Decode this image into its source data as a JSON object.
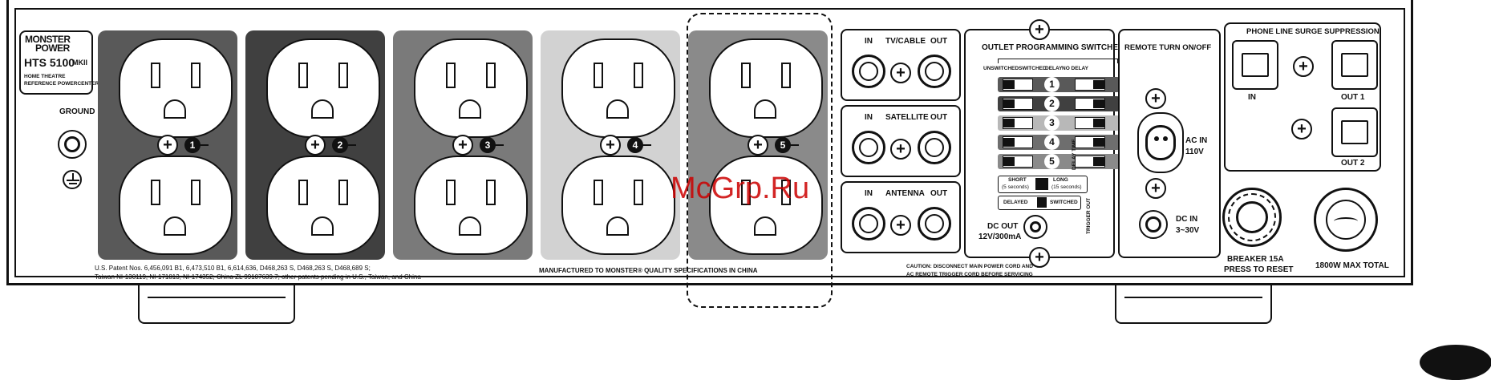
{
  "brand": {
    "line1": "MONSTER",
    "line2": "POWER",
    "model": "HTS 5100",
    "model_suffix": "MKII",
    "tag1": "HOME THEATRE",
    "tag2": "REFERENCE POWERCENTER™"
  },
  "ground_label": "GROUND",
  "outlet_banks": [
    {
      "number": "1",
      "color": "#595959"
    },
    {
      "number": "2",
      "color": "#404040"
    },
    {
      "number": "3",
      "color": "#7a7a7a"
    },
    {
      "number": "4",
      "color": "#d2d2d2"
    },
    {
      "number": "5",
      "color": "#8a8a8a"
    }
  ],
  "patent_text_1": "U.S. Patent Nos. 6,456,091 B1, 6,473,510 B1, 6,614,636, D468,263 S, D468,263 S, D468,689 S;",
  "patent_text_2": "Taiwan NI-130119, NI-171813, NI-174352; China ZL 99107639.7; other patents pending in U.S., Taiwan, and China",
  "manufactured_text": "MANUFACTURED TO MONSTER® QUALITY SPECIFICATIONS IN CHINA",
  "coax": [
    {
      "in": "IN",
      "name": "TV/CABLE",
      "out": "OUT"
    },
    {
      "in": "IN",
      "name": "SATELLITE",
      "out": "OUT"
    },
    {
      "in": "IN",
      "name": "ANTENNA",
      "out": "OUT"
    }
  ],
  "dc_out": {
    "line1": "DC OUT",
    "line2": "12V/300mA"
  },
  "programming": {
    "title": "OUTLET PROGRAMMING SWITCHES",
    "headers": [
      "UNSWITCHED",
      "SWITCHED",
      "DELAY",
      "NO DELAY"
    ],
    "switches": [
      {
        "number": "1",
        "color": "#595959"
      },
      {
        "number": "2",
        "color": "#404040"
      },
      {
        "number": "3",
        "color": "#b8b8b8"
      },
      {
        "number": "4",
        "color": "#6e6e6e"
      },
      {
        "number": "5",
        "color": "#8a8a8a"
      }
    ],
    "short_label": "SHORT",
    "short_sub": "(5 seconds)",
    "long_label": "LONG",
    "long_sub": "(15 seconds)",
    "delay_time": "DELAY TIME",
    "delayed": "DELAYED",
    "switched": "SWITCHED",
    "trigger_out": "TRIGGER OUT"
  },
  "caution_1": "CAUTION: DISCONNECT MAIN POWER CORD AND",
  "caution_2": "AC REMOTE TRIGGER CORD BEFORE SERVICING",
  "remote": {
    "title": "REMOTE TURN ON/OFF",
    "ac_in": "AC IN",
    "ac_v": "110V",
    "dc_in": "DC IN",
    "dc_v": "3~30V"
  },
  "phone": {
    "title": "PHONE LINE SURGE SUPPRESSION",
    "in": "IN",
    "out1": "OUT 1",
    "out2": "OUT 2"
  },
  "breaker": {
    "line1": "BREAKER 15A",
    "line2": "PRESS TO RESET"
  },
  "max_total": "1800W MAX TOTAL",
  "watermark": "McGrp.Ru"
}
